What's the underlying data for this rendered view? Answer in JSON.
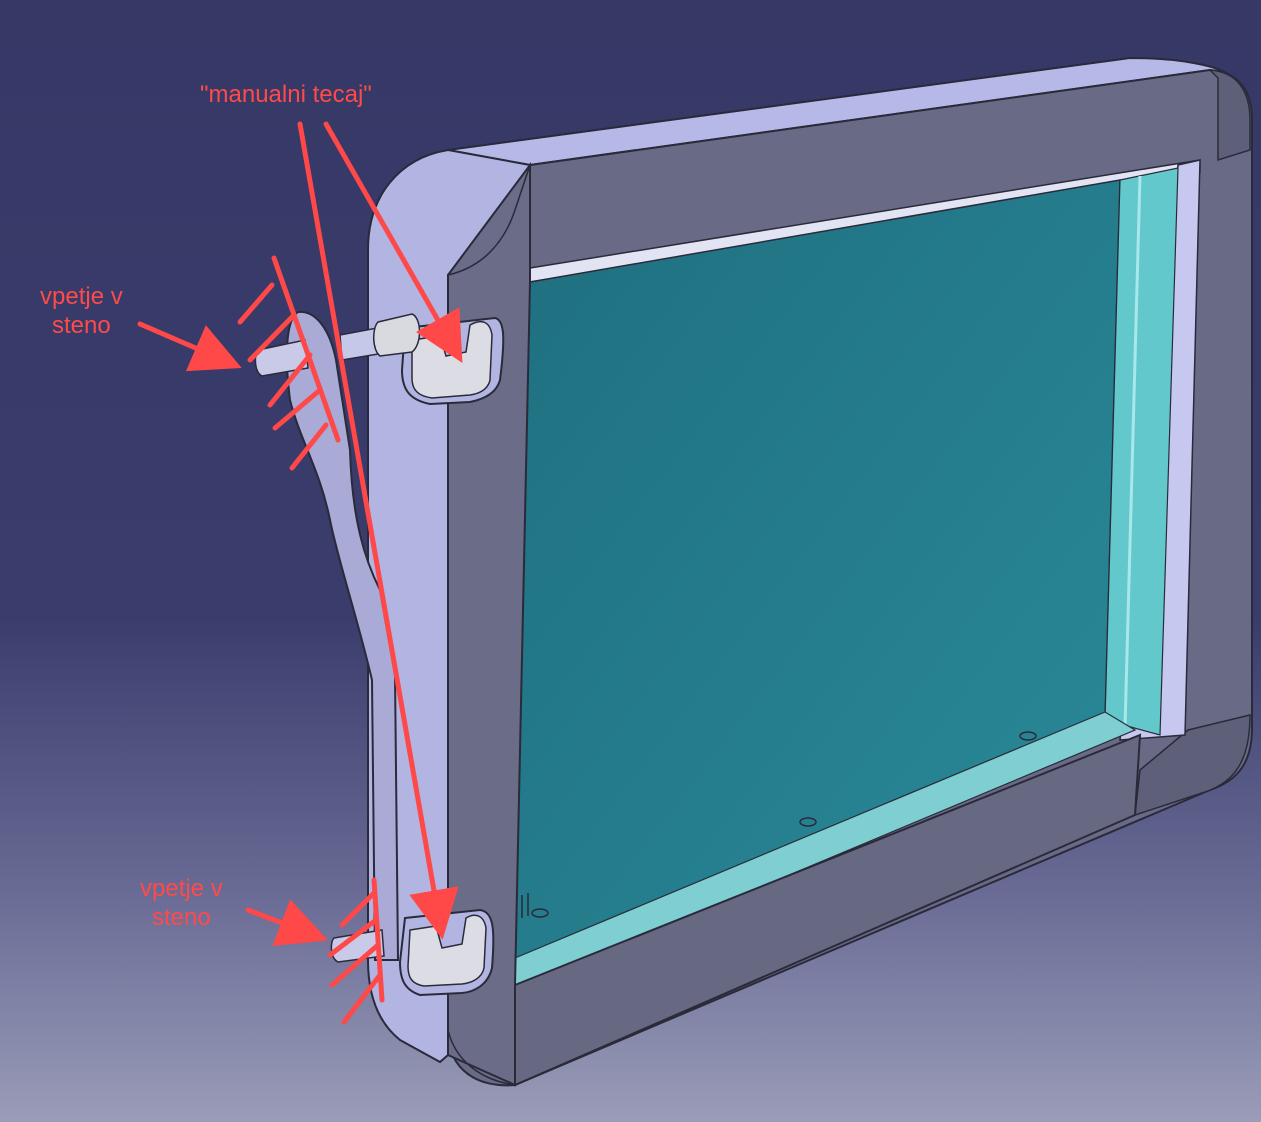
{
  "annotations": {
    "hinge_label": "\"manualni tecaj\"",
    "mount_top_line1": "vpetje v",
    "mount_top_line2": "steno",
    "mount_bottom_line1": "vpetje v",
    "mount_bottom_line2": "steno"
  },
  "colors": {
    "background_top": "#363866",
    "background_bottom": "#9a9cb8",
    "frame_light": "#b4b6e6",
    "frame_dark": "#686a84",
    "glass": "#2f8a98",
    "glass_edge": "#63c8cc",
    "hinge_part": "#d8d8e0",
    "annotation": "#ff4a4a"
  }
}
